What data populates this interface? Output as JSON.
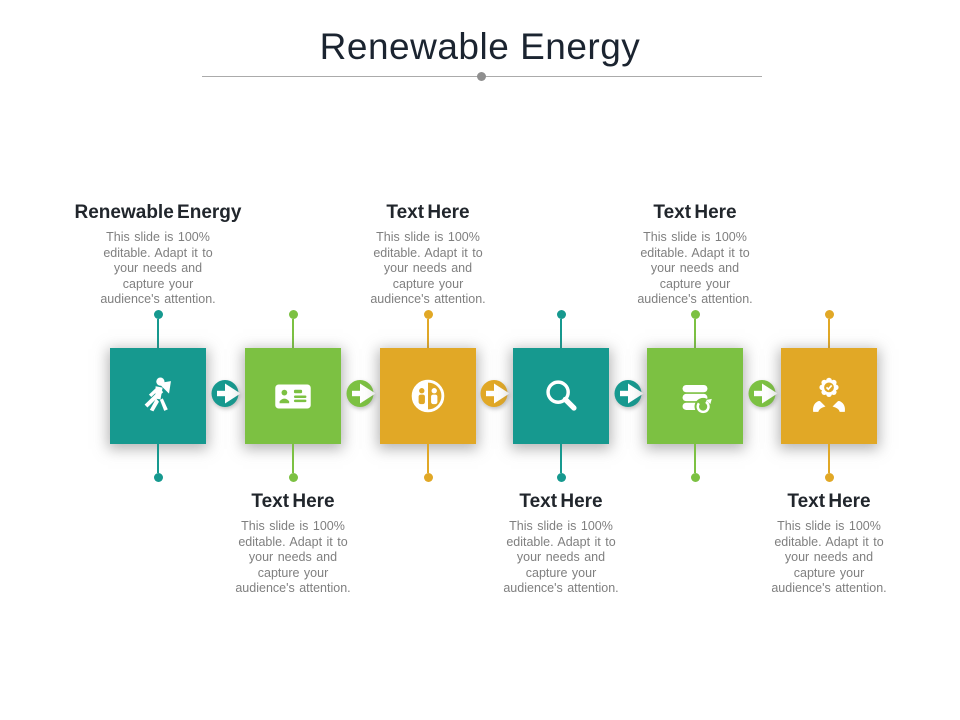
{
  "slide": {
    "title": "Renewable Energy"
  },
  "colors": {
    "teal": "#16998F",
    "green": "#7CC142",
    "amber": "#E1A826",
    "title_text": "#1B2430",
    "heading_text": "#21262C",
    "body_text": "#7F7F7F",
    "divider_line": "#ABABAB",
    "divider_dot": "#8F8F8F",
    "background": "#FFFFFF"
  },
  "items": [
    {
      "heading": "Renewable Energy",
      "accent": "teal",
      "icon": "walking-person-icon",
      "text_position": "top",
      "body": [
        "This slide is 100%",
        "editable. Adapt it to",
        "your needs and",
        "capture your",
        "audience's attention."
      ]
    },
    {
      "heading": "Text Here",
      "accent": "green",
      "icon": "id-card-icon",
      "text_position": "bottom",
      "body": [
        "This slide is 100%",
        "editable. Adapt it to",
        "your needs and",
        "capture your",
        "audience's attention."
      ]
    },
    {
      "heading": "Text Here",
      "accent": "amber",
      "icon": "people-circle-icon",
      "text_position": "top",
      "body": [
        "This slide is 100%",
        "editable. Adapt it to",
        "your needs and",
        "capture your",
        "audience's attention."
      ]
    },
    {
      "heading": "Text Here",
      "accent": "teal",
      "icon": "magnifier-icon",
      "text_position": "bottom",
      "body": [
        "This slide is 100%",
        "editable. Adapt it to",
        "your needs and",
        "capture your",
        "audience's attention."
      ]
    },
    {
      "heading": "Text Here",
      "accent": "green",
      "icon": "database-sync-icon",
      "text_position": "top",
      "body": [
        "This slide is 100%",
        "editable. Adapt it to",
        "your needs and",
        "capture your",
        "audience's attention."
      ]
    },
    {
      "heading": "Text Here",
      "accent": "amber",
      "icon": "hands-badge-icon",
      "text_position": "bottom",
      "body": [
        "This slide is 100%",
        "editable. Adapt it to",
        "your needs and",
        "capture your",
        "audience's attention."
      ]
    }
  ],
  "connectors": [
    {
      "accent": "teal"
    },
    {
      "accent": "green"
    },
    {
      "accent": "amber"
    },
    {
      "accent": "teal"
    },
    {
      "accent": "green"
    }
  ]
}
